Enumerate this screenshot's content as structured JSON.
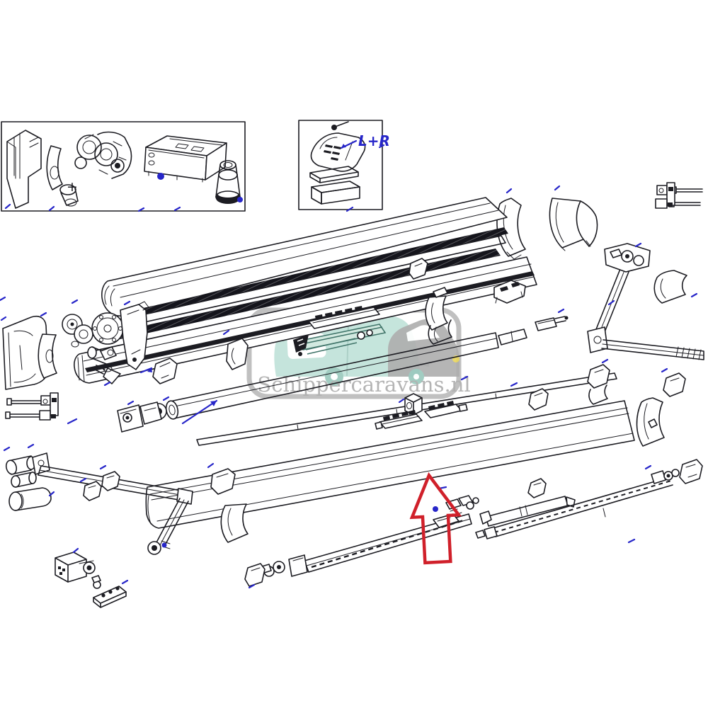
{
  "colors": {
    "ink": "#1c1c22",
    "blue": "#2726c9",
    "red": "#d0202a",
    "wm-gray": "#a8a8a8",
    "teal-light": "#d2e9e0",
    "teal-dark": "#41756a",
    "wm-caravan": "#b9dfd5",
    "wm-car": "#a6a6a6",
    "wm-wheel": "#8fc3b6",
    "wm-yellow": "#e6d24b",
    "bg": "#ffffff"
  },
  "watermark": {
    "text": "Schippercaravans.nl"
  },
  "annotations": {
    "lr_label": "L+R",
    "plus_mark": "+"
  },
  "highlight_arrow": {
    "shape": "up-arrow-outline",
    "color": "#d0202a"
  },
  "insets": [
    {
      "name": "inset-box-left",
      "parts": [
        "wall-bracket",
        "clamp-and-cone",
        "gear-motor",
        "control-unit-box",
        "adapter-cylinder"
      ]
    },
    {
      "name": "inset-box-lr",
      "label": "L+R",
      "parts": [
        "end-cover-lr",
        "cover-tray",
        "cover-bar"
      ]
    }
  ],
  "parts": [
    "cassette-top-profile",
    "fabric-roll-strip",
    "cassette-shelf-profile",
    "cassette-tray-profile",
    "end-cover-small",
    "end-cover-large",
    "prong-bracket-top-right",
    "prong-bracket-left",
    "gear-motor-assembly-left",
    "roller-tube-assembly",
    "thin-rail",
    "teal-mechanism",
    "front-panel",
    "front-panel-end-cap",
    "spring-arm-left",
    "spring-arm-right",
    "arm-shell-cover-right",
    "tension-arm",
    "lead-rail-bottom",
    "arm-mount-block",
    "hinge-plate",
    "assorted-clips"
  ]
}
